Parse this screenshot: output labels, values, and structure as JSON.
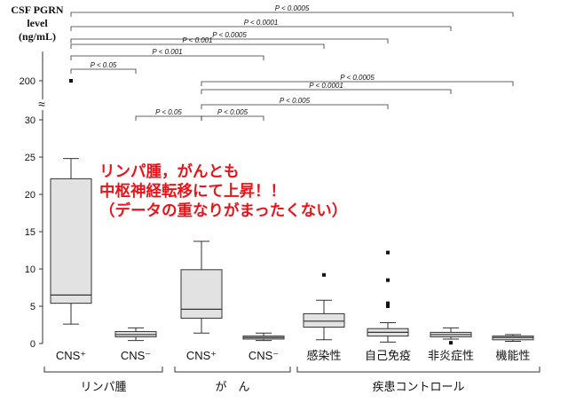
{
  "chart_data": {
    "type": "box",
    "ylabel_lines": [
      "CSF PGRN",
      "level",
      "(ng/mL)"
    ],
    "y_ticks": [
      "0",
      "5",
      "10",
      "15",
      "20",
      "25",
      "30",
      "200"
    ],
    "axis_break_symbol": "≈",
    "categories": [
      "CNS⁺",
      "CNS⁻",
      "CNS⁺",
      "CNS⁻",
      "感染性",
      "自己免疫",
      "非炎症性",
      "機能性"
    ],
    "groups": [
      {
        "label": "リンパ腫",
        "first": 0,
        "last": 1
      },
      {
        "label": "が　ん",
        "first": 2,
        "last": 3
      },
      {
        "label": "疾患コントロール",
        "first": 4,
        "last": 7
      }
    ],
    "boxes": [
      {
        "min": 2.6,
        "q1": 5.4,
        "median": 6.5,
        "q3": 22.1,
        "max": 24.8,
        "outliers": [
          210
        ]
      },
      {
        "min": 0.4,
        "q1": 0.9,
        "median": 1.2,
        "q3": 1.6,
        "max": 2.1,
        "outliers": []
      },
      {
        "min": 1.4,
        "q1": 3.4,
        "median": 4.6,
        "q3": 9.9,
        "max": 13.7,
        "outliers": []
      },
      {
        "min": 0.4,
        "q1": 0.6,
        "median": 0.8,
        "q3": 1.0,
        "max": 1.4,
        "outliers": []
      },
      {
        "min": 0.5,
        "q1": 2.2,
        "median": 3.0,
        "q3": 4.0,
        "max": 5.8,
        "outliers": [
          9.2
        ]
      },
      {
        "min": 0.2,
        "q1": 1.0,
        "median": 1.5,
        "q3": 2.0,
        "max": 2.8,
        "outliers": [
          5.0,
          5.4,
          8.5,
          12.2
        ]
      },
      {
        "min": 0.6,
        "q1": 0.9,
        "median": 1.2,
        "q3": 1.5,
        "max": 2.1,
        "outliers": [
          0.1
        ]
      },
      {
        "min": 0.3,
        "q1": 0.5,
        "median": 0.8,
        "q3": 1.0,
        "max": 1.2,
        "outliers": []
      }
    ],
    "comparisons": [
      {
        "from": 0,
        "to": 7,
        "p": "P < 0.0005"
      },
      {
        "from": 0,
        "to": 6,
        "p": "P < 0.0001"
      },
      {
        "from": 0,
        "to": 5,
        "p": "P < 0.0005"
      },
      {
        "from": 0,
        "to": 4,
        "p": "P < 0.001"
      },
      {
        "from": 0,
        "to": 3,
        "p": "P < 0.001"
      },
      {
        "from": 0,
        "to": 1,
        "p": "P < 0.05"
      },
      {
        "from": 2,
        "to": 7,
        "p": "P < 0.0005"
      },
      {
        "from": 2,
        "to": 6,
        "p": "P < 0.0001"
      },
      {
        "from": 2,
        "to": 5,
        "p": "P < 0.005"
      },
      {
        "from": 1,
        "to": 2,
        "p": "P < 0.05"
      },
      {
        "from": 2,
        "to": 3,
        "p": "P < 0.005"
      }
    ],
    "annotation_lines": [
      "リンパ腫，がんとも",
      "中枢神経転移にて上昇！！",
      "（データの重なりがまったくない）"
    ],
    "colors": {
      "box_fill": "#e2e2e2",
      "stroke": "#333333",
      "annotation": "#e8141a"
    }
  }
}
